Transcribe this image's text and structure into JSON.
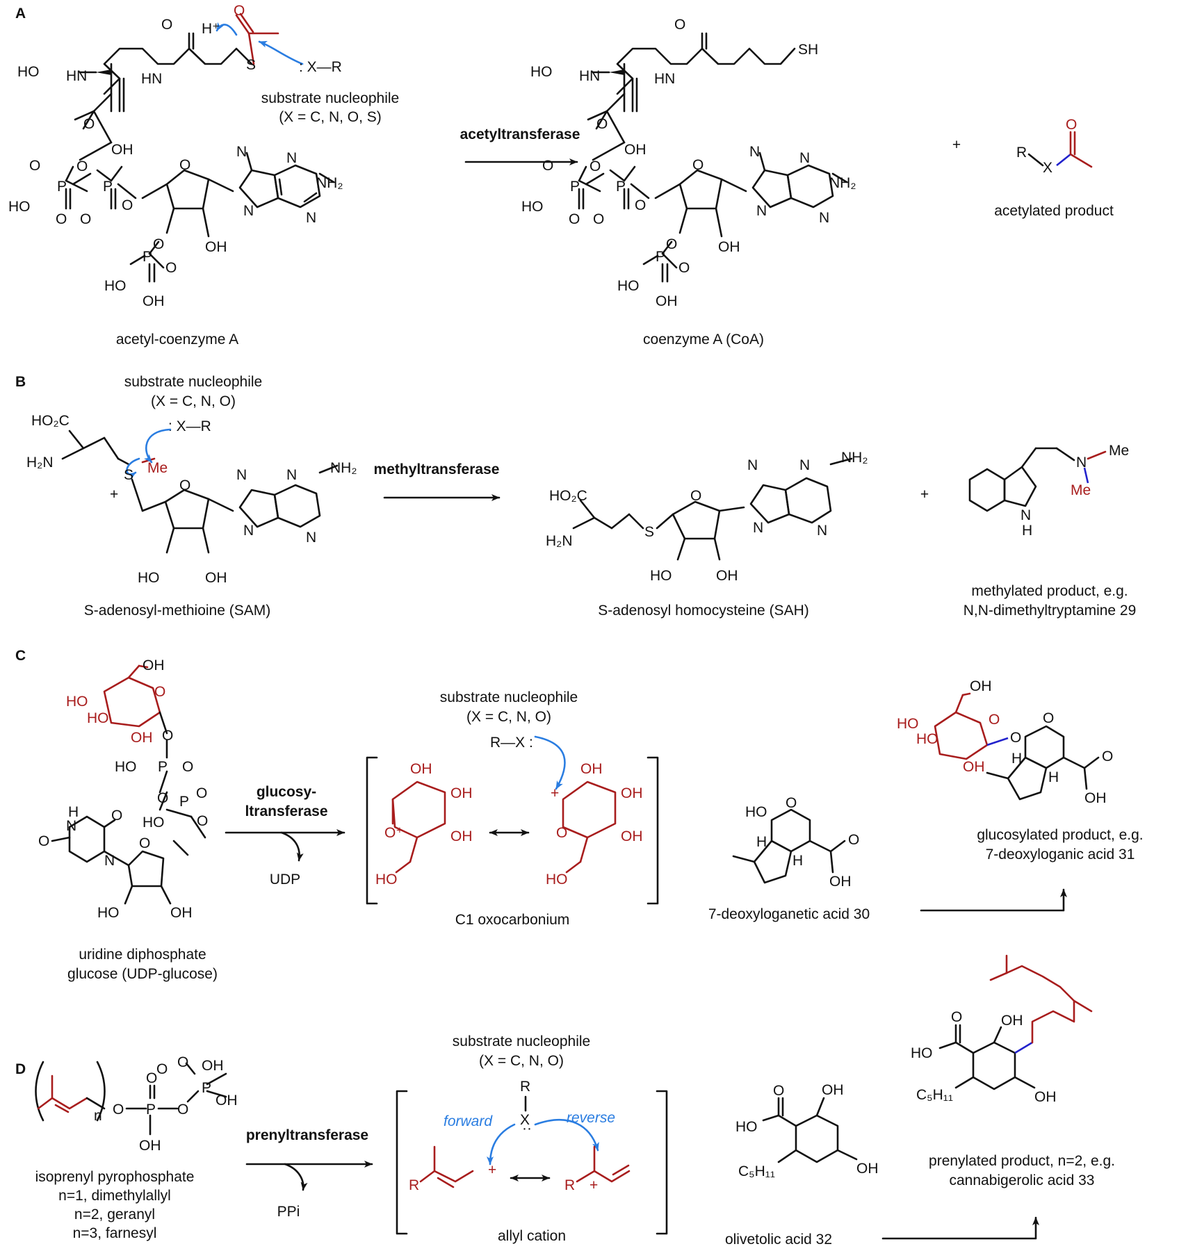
{
  "panels": {
    "A": {
      "letter": "A",
      "enzyme": "acetyltransferase",
      "reactant": "acetyl-coenzyme A",
      "nucleophile_title": "substrate nucleophile",
      "nucleophile_range": "(X = C, N, O, S)",
      "nucleophile": ": X—R",
      "product": "coenzyme A (CoA)",
      "plus": "+",
      "side_product": "acetylated product"
    },
    "B": {
      "letter": "B",
      "enzyme": "methyltransferase",
      "nucleophile_title": "substrate nucleophile",
      "nucleophile_range": "(X = C, N, O)",
      "nucleophile": ": X—R",
      "reactant": "S-adenosyl-methioine (SAM)",
      "product": "S-adenosyl homocysteine (SAH)",
      "plus": "+",
      "side_product_line1": "methylated product, e.g.",
      "side_product_line2": "N,N-dimethyltryptamine 29"
    },
    "C": {
      "letter": "C",
      "enzyme_line1": "glucosy-",
      "enzyme_line2": "ltransferase",
      "byproduct": "UDP",
      "nucleophile_title": "substrate nucleophile",
      "nucleophile_range": "(X = C, N, O)",
      "nucleophile": "R—X :",
      "intermediate": "C1 oxocarbonium",
      "donor_line1": "uridine diphosphate",
      "donor_line2": "glucose (UDP-glucose)",
      "acceptor": "7-deoxyloganetic acid 30",
      "product_line1": "glucosylated product, e.g.",
      "product_line2": "7-deoxyloganic acid 31"
    },
    "D": {
      "letter": "D",
      "enzyme": "prenyltransferase",
      "byproduct": "PPi",
      "nucleophile_title": "substrate nucleophile",
      "nucleophile_range": "(X = C, N, O)",
      "forward": "forward",
      "reverse": "reverse",
      "intermediate": "allyl cation",
      "donor": "isoprenyl pyrophosphate",
      "n1": "n=1, dimethylallyl",
      "n2": "n=2, geranyl",
      "n3": "n=3, farnesyl",
      "acceptor": "olivetolic acid 32",
      "product_line1": "prenylated product, n=2, e.g.",
      "product_line2": "cannabigerolic acid 33"
    }
  },
  "colors": {
    "ink": "#111111",
    "donor_fragment": "#a81d1d",
    "mechanism_arrow": "#2a7de1",
    "new_bond": "#2222cc"
  }
}
